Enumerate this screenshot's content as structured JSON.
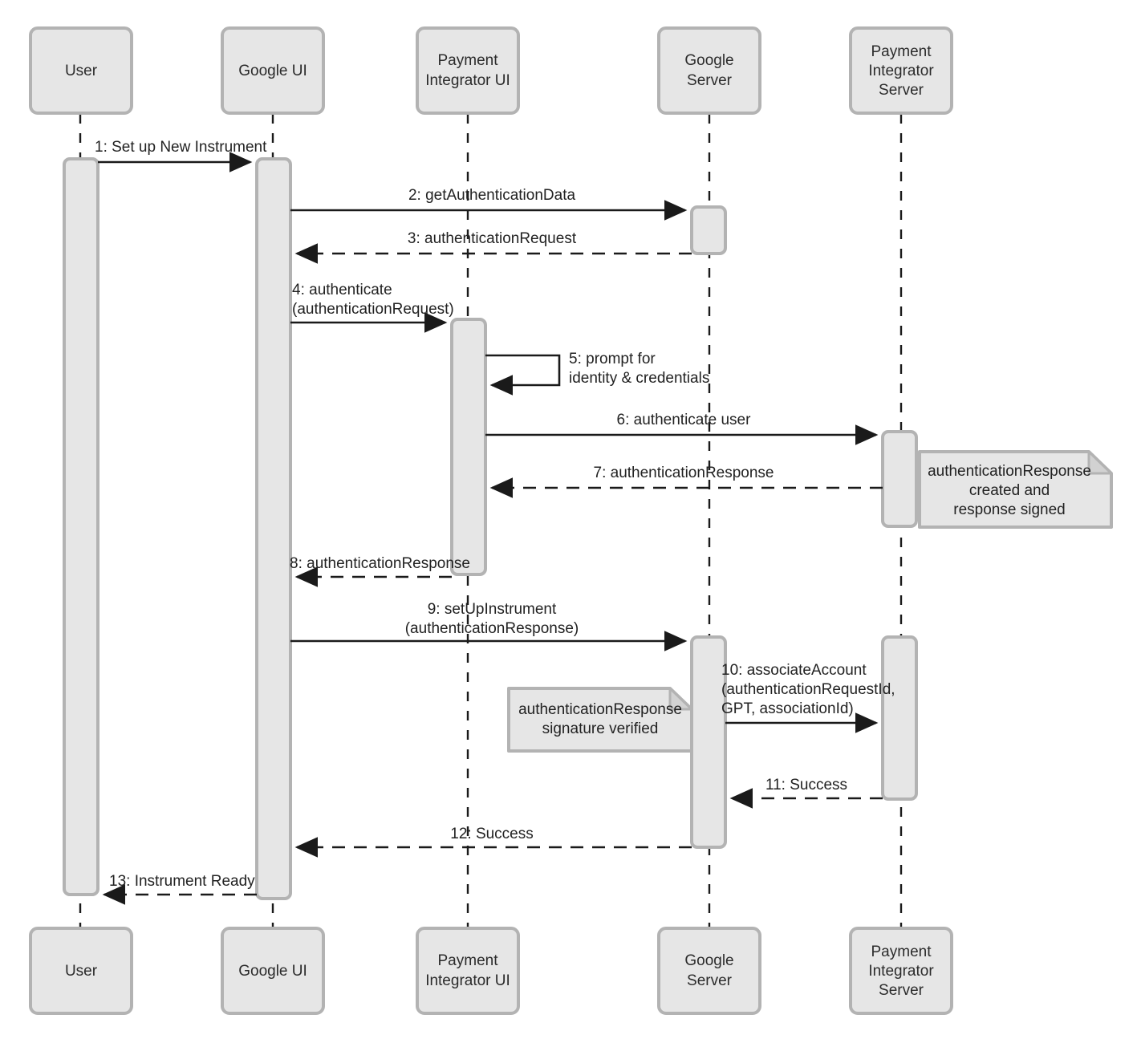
{
  "diagram": {
    "type": "uml-sequence-diagram",
    "title": "Set up New Instrument authentication sequence",
    "background_color": "#ffffff",
    "box_fill_color": "#e6e6e6",
    "box_border_color": "#b3b3b3",
    "line_color": "#1a1a1a",
    "text_color": "#222222"
  },
  "lifelines": [
    {
      "id": "user",
      "label": "User",
      "label_lines": [
        "User"
      ]
    },
    {
      "id": "google_ui",
      "label": "Google UI",
      "label_lines": [
        "Google UI"
      ]
    },
    {
      "id": "pi_ui",
      "label": "Payment Integrator UI",
      "label_lines": [
        "Payment",
        "Integrator UI"
      ]
    },
    {
      "id": "google_srv",
      "label": "Google Server",
      "label_lines": [
        "Google",
        "Server"
      ]
    },
    {
      "id": "pi_srv",
      "label": "Payment Integrator Server",
      "label_lines": [
        "Payment",
        "Integrator",
        "Server"
      ]
    }
  ],
  "messages": [
    {
      "num": "1",
      "label": "1: Set up New Instrument",
      "label_lines": [
        "1: Set up New Instrument"
      ],
      "from": "user",
      "to": "google_ui",
      "style": "solid"
    },
    {
      "num": "2",
      "label": "2: getAuthenticationData",
      "label_lines": [
        "2: getAuthenticationData"
      ],
      "from": "google_ui",
      "to": "google_srv",
      "style": "solid"
    },
    {
      "num": "3",
      "label": "3: authenticationRequest",
      "label_lines": [
        "3: authenticationRequest"
      ],
      "from": "google_srv",
      "to": "google_ui",
      "style": "dashed"
    },
    {
      "num": "4",
      "label": "4: authenticate (authenticationRequest)",
      "label_lines": [
        "4: authenticate",
        "(authenticationRequest)"
      ],
      "from": "google_ui",
      "to": "pi_ui",
      "style": "solid"
    },
    {
      "num": "5",
      "label": "5: prompt for identity & credentials",
      "label_lines": [
        "5: prompt for",
        "identity & credentials"
      ],
      "from": "pi_ui",
      "to": "pi_ui",
      "style": "self"
    },
    {
      "num": "6",
      "label": "6: authenticate user",
      "label_lines": [
        "6: authenticate user"
      ],
      "from": "pi_ui",
      "to": "pi_srv",
      "style": "solid"
    },
    {
      "num": "7",
      "label": "7: authenticationResponse",
      "label_lines": [
        "7: authenticationResponse"
      ],
      "from": "pi_srv",
      "to": "pi_ui",
      "style": "dashed"
    },
    {
      "num": "8",
      "label": "8: authenticationResponse",
      "label_lines": [
        "8: authenticationResponse"
      ],
      "from": "pi_ui",
      "to": "google_ui",
      "style": "dashed"
    },
    {
      "num": "9",
      "label": "9: setUpInstrument (authenticationResponse)",
      "label_lines": [
        "9: setUpInstrument",
        "(authenticationResponse)"
      ],
      "from": "google_ui",
      "to": "google_srv",
      "style": "solid"
    },
    {
      "num": "10",
      "label": "10: associateAccount (authenticationRequestId, GPT, associationId)",
      "label_lines": [
        "10: associateAccount",
        "(authenticationRequestId,",
        "GPT, associationId)"
      ],
      "from": "google_srv",
      "to": "pi_srv",
      "style": "solid"
    },
    {
      "num": "11",
      "label": "11: Success",
      "label_lines": [
        "11: Success"
      ],
      "from": "pi_srv",
      "to": "google_srv",
      "style": "dashed"
    },
    {
      "num": "12",
      "label": "12: Success",
      "label_lines": [
        "12: Success"
      ],
      "from": "google_srv",
      "to": "google_ui",
      "style": "dashed"
    },
    {
      "num": "13",
      "label": "13: Instrument Ready",
      "label_lines": [
        "13: Instrument Ready"
      ],
      "from": "google_ui",
      "to": "user",
      "style": "dashed"
    }
  ],
  "notes": [
    {
      "id": "note-auth-response-created",
      "text": "authenticationResponse created and response signed",
      "lines": [
        "authenticationResponse",
        "created and",
        "response signed"
      ],
      "attached_to": "pi_srv"
    },
    {
      "id": "note-signature-verified",
      "text": "authenticationResponse signature verified",
      "lines": [
        "authenticationResponse",
        "signature verified"
      ],
      "attached_to": "google_srv"
    }
  ]
}
